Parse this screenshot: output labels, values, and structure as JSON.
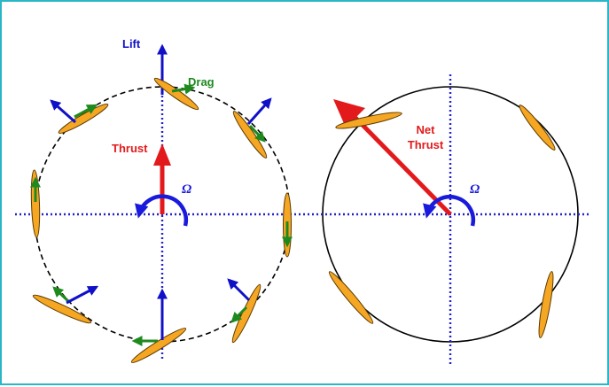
{
  "colors": {
    "border": "#29b6c6",
    "blade_fill": "#f5a623",
    "blade_stroke": "#5a3a00",
    "lift": "#1010c8",
    "drag": "#1e8a1e",
    "thrust": "#e31a1c",
    "rotation": "#1a1adc",
    "axis": "#2222cc",
    "circle": "#000000"
  },
  "left_diagram": {
    "lift_label": "Lift",
    "drag_label": "Drag",
    "thrust_label": "Thrust",
    "omega_label": "Ω"
  },
  "right_diagram": {
    "net_thrust_line1": "Net",
    "net_thrust_line2": "Thrust",
    "omega_label": "Ω"
  }
}
